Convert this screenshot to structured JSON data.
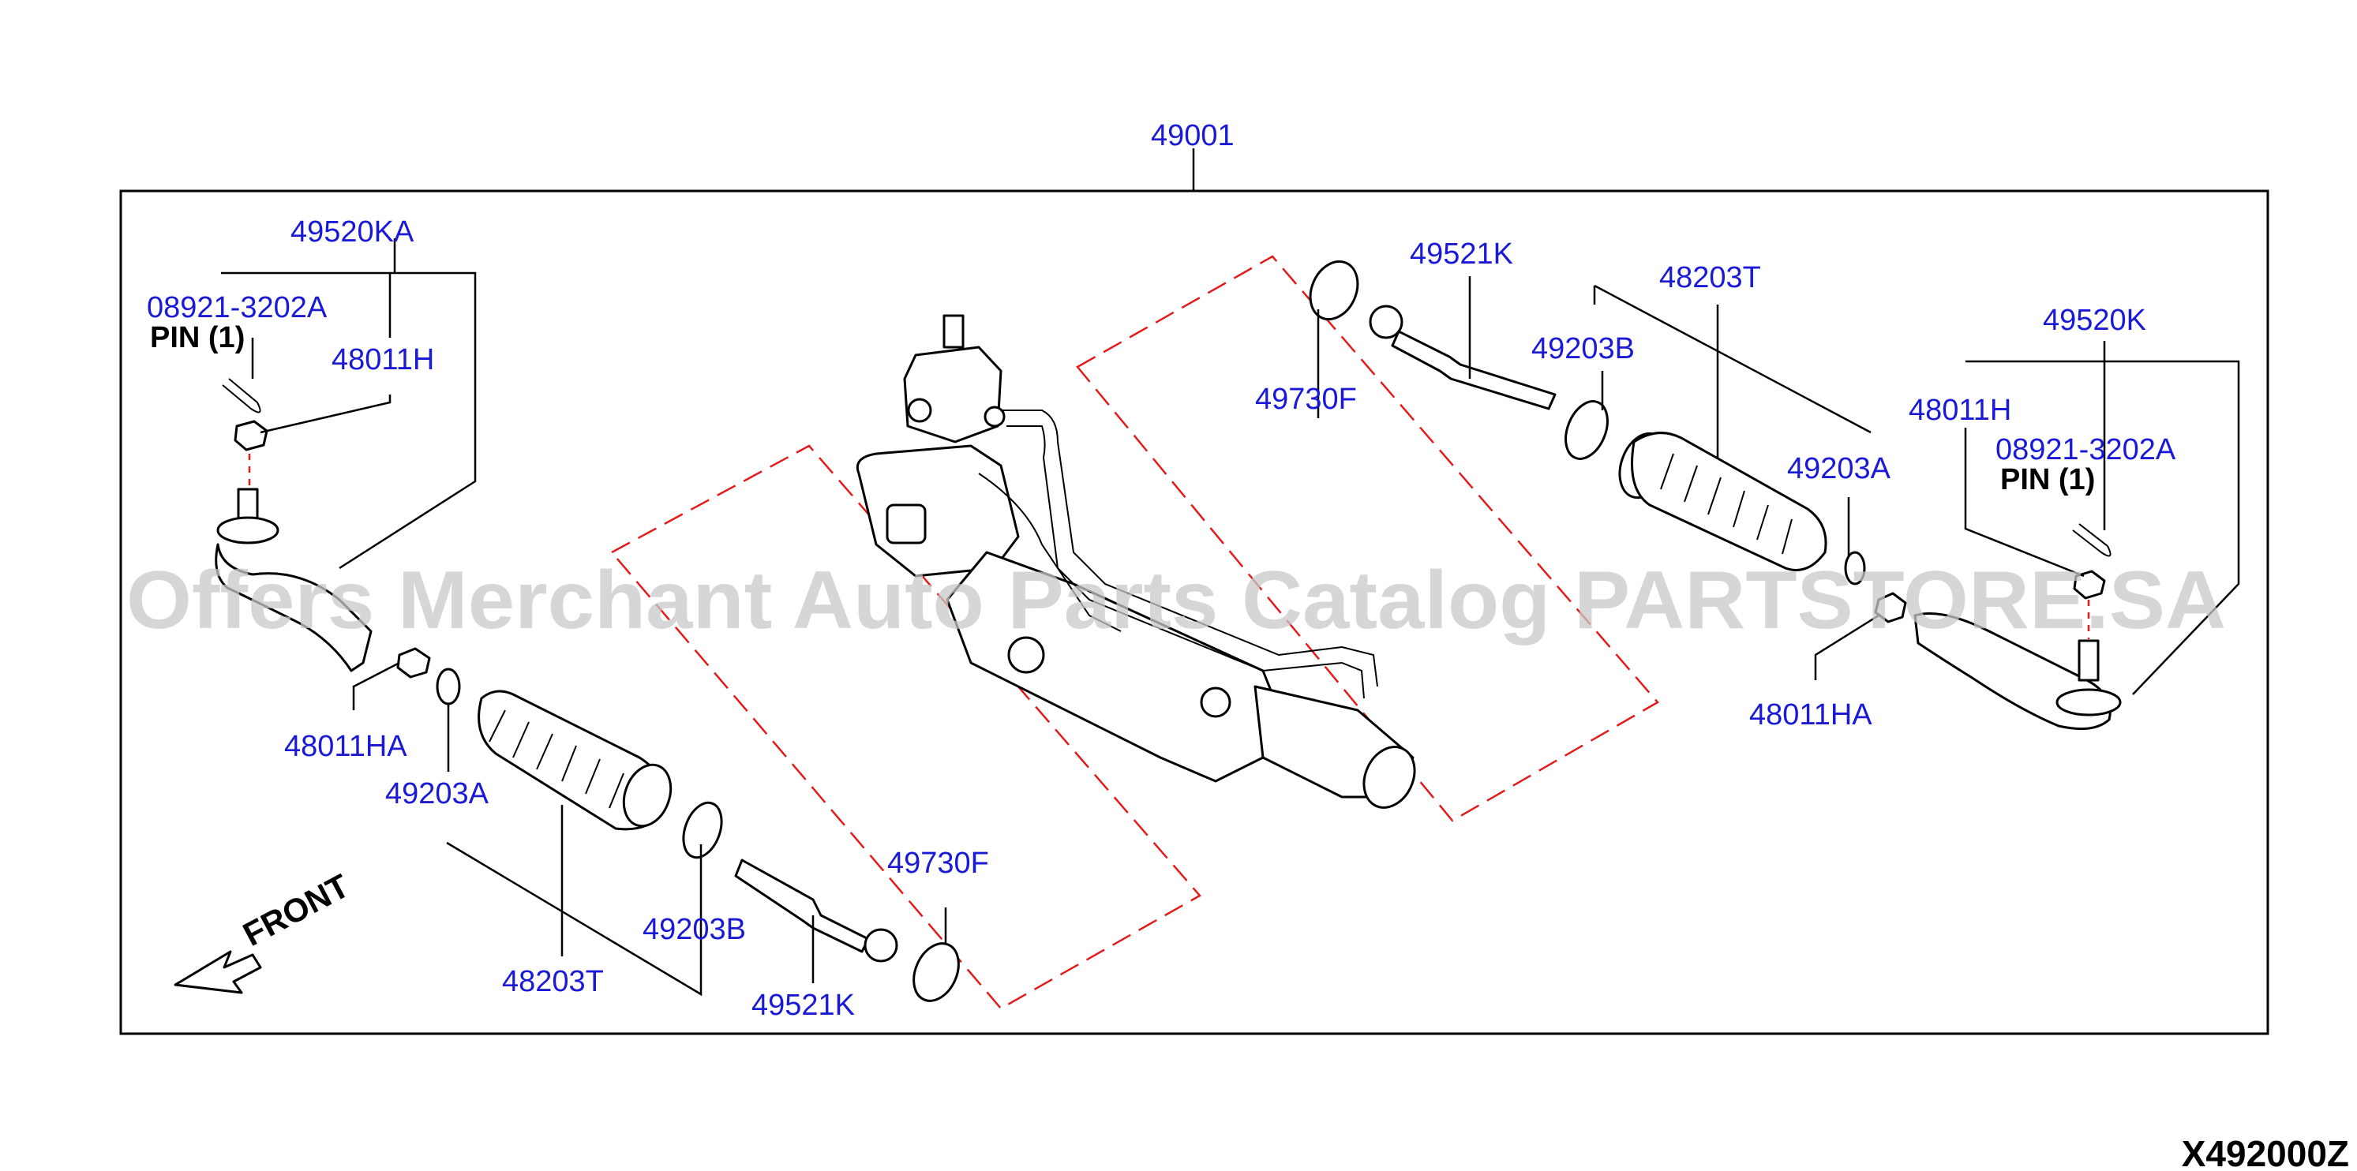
{
  "assembly_label": "49001",
  "drawing_number": "X492000Z",
  "watermark": "Offers Merchant Auto Parts Catalog PARTSTORE.SA",
  "front_label": "FRONT",
  "pin_note": "PIN  (1)",
  "left": {
    "tie_rod_end": "49520KA",
    "pin": "08921-3202A",
    "pin_note": "PIN  (1)",
    "nut": "48011H",
    "lock_nut": "48011HA",
    "clamp_a": "49203A",
    "boot": "48203T",
    "clamp_b": "49203B",
    "inner_socket": "49521K",
    "band": "49730F"
  },
  "right": {
    "band": "49730F",
    "inner_socket": "49521K",
    "clamp_b": "49203B",
    "boot": "48203T",
    "clamp_a": "49203A",
    "tie_rod_end": "49520K",
    "nut": "48011H",
    "pin": "08921-3202A",
    "pin_note": "PIN  (1)",
    "lock_nut": "48011HA"
  },
  "colors": {
    "callout": "#1a1ad6",
    "dash": "#e21c1c",
    "line": "#000000"
  }
}
